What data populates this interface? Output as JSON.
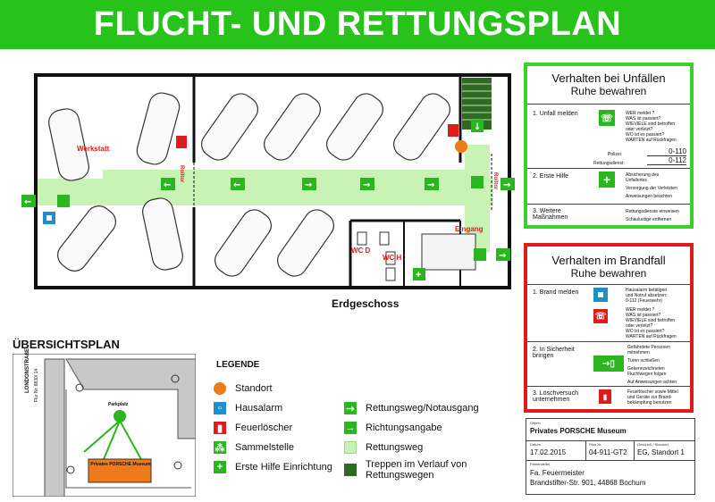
{
  "title": "FLUCHT- UND RETTUNGSPLAN",
  "floor": {
    "caption": "Erdgeschoss",
    "werkstatt": "Werkstatt",
    "rolltor": "Rolltor",
    "eingang": "Eingang",
    "wc_d": "WC D",
    "wc_h": "WC H"
  },
  "unfall": {
    "title": "Verhalten bei Unfällen",
    "subtitle": "Ruhe bewahren",
    "rows": [
      {
        "label": "1. Unfall melden",
        "text": [
          "WER meldet ?",
          "WAS ist passiert?",
          "WIEVIELE sind betroffen",
          "oder verletzt?",
          "WO ist es passiert?",
          "WARTEN auf Rückfragen"
        ]
      },
      {
        "label": "2. Erste Hilfe",
        "text": [
          "Absicherung des",
          "Unfallortes",
          "Versorgung der Verletzten",
          "Anweisungen beachten"
        ]
      },
      {
        "label": "3. Weitere Maßnahmen",
        "text": [
          "Rettungsdienste einweisen",
          "Schaulustige entfernen"
        ]
      }
    ],
    "polizei_label": "Polizei:",
    "polizei": "0-110",
    "rettung_label": "Rettungsdienst:",
    "rettung": "0-112"
  },
  "brand": {
    "title": "Verhalten im Brandfall",
    "subtitle": "Ruhe bewahren",
    "rows": [
      {
        "label": "1. Brand melden",
        "text": [
          "Hausalarm betätigen",
          "und Notruf absetzen:",
          "0-112 (Feuerwehr)",
          "WER meldet ?",
          "WAS ist passiert?",
          "WIEVIELE sind betroffen",
          "oder verletzt?",
          "WO ist es passiert?",
          "WARTEN auf Rückfragen"
        ]
      },
      {
        "label": "2. In Sicherheit bringen",
        "text": [
          "Gefährdete Personen",
          "mitnehmen",
          "Türen schließen",
          "Gekennzeichneten",
          "Fluchtwegen folgen",
          "Auf Anweisungen achten"
        ]
      },
      {
        "label": "3. Löschversuch unternehmen",
        "text": [
          "Feuerlöscher sowie Mittel",
          "und Geräte zur Brand-",
          "bekämpfung benutzen"
        ]
      }
    ]
  },
  "overview": {
    "title": "ÜBERSICHTSPLAN",
    "street": "LONDONSTRAßE",
    "flur": "Flur Nr. 8830/ 14",
    "parkplatz": "Parkplatz",
    "museum": "Privates PORSCHE Museum"
  },
  "legend": {
    "title": "LEGENDE",
    "items_left": [
      "Standort",
      "Hausalarm",
      "Feuerlöscher",
      "Sammelstelle",
      "Erste Hilfe Einrichtung"
    ],
    "items_right": [
      "Rettungsweg/Notausgang",
      "Richtungsangabe",
      "Rettungsweg",
      "Treppen im Verlauf von Rettungswegen"
    ]
  },
  "titleblock": {
    "objekt_label": "Objekt",
    "objekt": "Privates PORSCHE Museum",
    "datum_label": "Datum",
    "datum": "17.02.2015",
    "plan_label": "Plan Nr.",
    "plan": "04-911-GT2",
    "stand_label": "Geschoß / Standort",
    "stand": "EG, Standort 1",
    "planer_label": "Planersteller",
    "planer": "Fa. Feuermeister",
    "adresse": "Brandstifter-Str. 901, 44868 Bochum"
  },
  "colors": {
    "green": "#27c21a",
    "route": "#c9f3b4",
    "stairs": "#2e6a21",
    "red": "#e01b1b",
    "blue": "#1f8fc9",
    "orange": "#ee7a1a"
  }
}
